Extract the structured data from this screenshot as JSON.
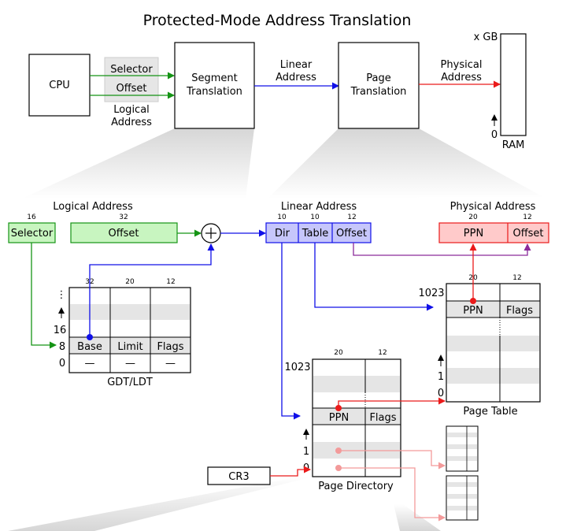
{
  "title": "Protected-Mode Address Translation",
  "colors": {
    "green": "#159415",
    "green_fill": "#c8f5c0",
    "blue": "#1010e8",
    "blue_fill": "#c6c6fb",
    "red": "#ea1a1a",
    "red_fill": "#ffcaca",
    "pink": "#f39a9a",
    "purple": "#8a2a9a",
    "gray_band": "#e5e5e5",
    "gray_fill": "#e8e8e8"
  },
  "top": {
    "cpu": "CPU",
    "selector": "Selector",
    "offset": "Offset",
    "logical_line1": "Logical",
    "logical_line2": "Address",
    "segment_line1": "Segment",
    "segment_line2": "Translation",
    "linear_line1": "Linear",
    "linear_line2": "Address",
    "page_line1": "Page",
    "page_line2": "Translation",
    "physical_line1": "Physical",
    "physical_line2": "Address",
    "ram_size": "x GB",
    "ram_zero": "0",
    "ram_label": "RAM"
  },
  "logical": {
    "title": "Logical Address",
    "selector_bits": "16",
    "offset_bits": "32",
    "selector": "Selector",
    "offset": "Offset"
  },
  "linear": {
    "title": "Linear Address",
    "bits": [
      "10",
      "10",
      "12"
    ],
    "fields": [
      "Dir",
      "Table",
      "Offset"
    ]
  },
  "physical": {
    "title": "Physical Address",
    "bits": [
      "20",
      "12"
    ],
    "fields": [
      "PPN",
      "Offset"
    ]
  },
  "gdt": {
    "bits": [
      "32",
      "20",
      "12"
    ],
    "fields": [
      "Base",
      "Limit",
      "Flags"
    ],
    "null_entry": [
      "—",
      "—",
      "—"
    ],
    "index_16": "16",
    "index_8": "8",
    "index_0": "0",
    "label": "GDT/LDT"
  },
  "page_table": {
    "bits": [
      "20",
      "12"
    ],
    "index_top": "1023",
    "fields": [
      "PPN",
      "Flags"
    ],
    "index_1": "1",
    "index_0": "0",
    "label": "Page Table"
  },
  "page_directory": {
    "bits": [
      "20",
      "12"
    ],
    "index_top": "1023",
    "fields": [
      "PPN",
      "Flags"
    ],
    "index_1": "1",
    "index_0": "0",
    "label": "Page Directory"
  },
  "cr3": "CR3"
}
